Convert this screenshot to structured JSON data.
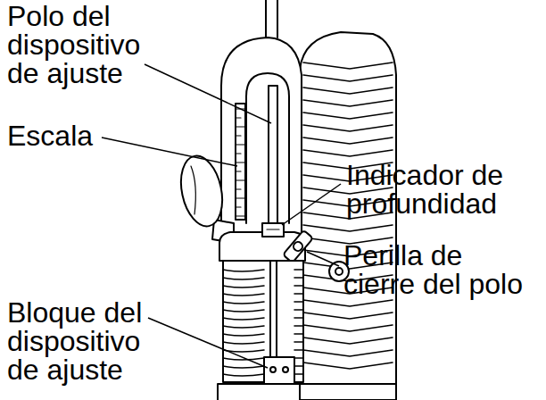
{
  "diagram": {
    "labels": [
      "Polo del dispositivo de ajuste",
      "Escala",
      "Indicador de profundidad",
      "Perilla de cierre del polo",
      "Bloque del dispositivo de ajuste"
    ]
  }
}
